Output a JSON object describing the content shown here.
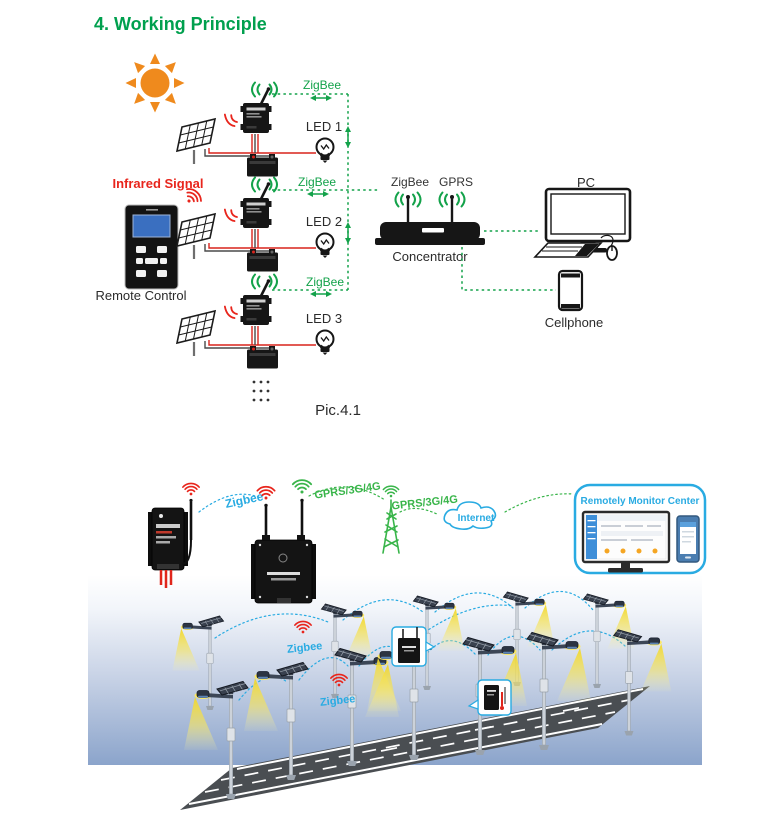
{
  "heading": {
    "text": "4. Working Principle"
  },
  "top": {
    "infrared": "Infrared Signal",
    "remote": "Remote Control",
    "zigbee1": "ZigBee",
    "zigbee2": "ZigBee",
    "zigbee3": "ZigBee",
    "led1": "LED 1",
    "led2": "LED 2",
    "led3": "LED 3",
    "conc_zigbee": "ZigBee",
    "conc_gprs": "GPRS",
    "concentrator": "Concentrator",
    "pc": "PC",
    "cellphone": "Cellphone",
    "caption": "Pic.4.1"
  },
  "bottom": {
    "zigbee_link": "Zigbee",
    "gprs1": "GPRS/3G/4G",
    "gprs2": "GPRS/3G/4G",
    "internet": "Internet",
    "center_title": "Remotely Monitor Center",
    "zigbee_street1": "Zigbee",
    "zigbee_street2": "Zigbee"
  },
  "colors": {
    "heading": "#00a04e",
    "green": "#13a24a",
    "red": "#e8251c",
    "blue": "#29abe2",
    "lime": "#39b54a",
    "dark": "#333333",
    "sun": "#ef8a1d",
    "device": "#161616",
    "sky_bottom": "#8ba4cb",
    "road": "#4a4e52",
    "light_cone": "#f2d725"
  }
}
